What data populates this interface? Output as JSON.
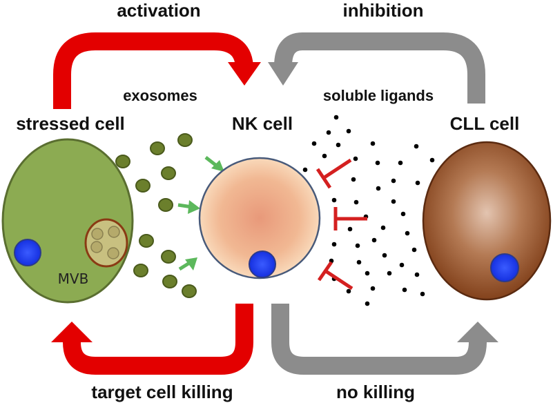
{
  "labels": {
    "activation": "activation",
    "inhibition": "inhibition",
    "exosomes": "exosomes",
    "soluble_ligands": "soluble ligands",
    "stressed_cell": "stressed cell",
    "nk_cell": "NK cell",
    "cll_cell": "CLL cell",
    "mvb": "MVB",
    "target_cell_killing": "target cell killing",
    "no_killing": "no killing"
  },
  "colors": {
    "activation_arrow": "#e30000",
    "inhibition_arrow": "#8c8c8c",
    "stressed_cell_fill": "#8cab52",
    "exosome_fill": "#6b7f2c",
    "nk_cell_fill": "#f2c69a",
    "cll_cell_fill": "#8b4a24",
    "nucleus": "#1f3cff",
    "inhibit_symbol": "#d42020",
    "exosome_arrow": "#5cb85c",
    "ligand_dot": "#000000"
  }
}
